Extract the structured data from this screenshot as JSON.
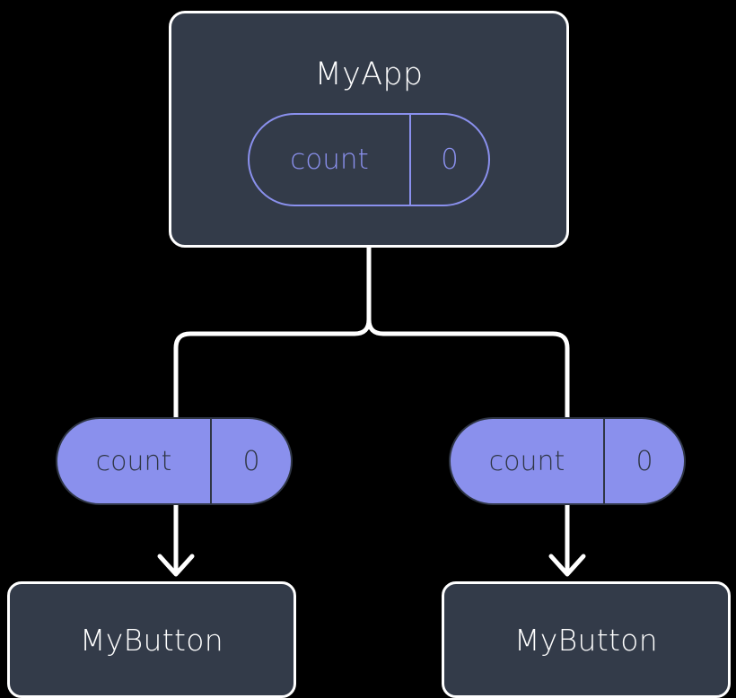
{
  "diagram": {
    "title": "MyApp component tree with count state",
    "type": "component-tree",
    "theme": {
      "background": "#000000",
      "node_fill": "#333B49",
      "node_border": "#FFFFFF",
      "node_text": "#FFFFFF",
      "accent_purple": "#8A90ED",
      "pill_text_dark": "#2F3645",
      "wire": "#FFFFFF"
    }
  },
  "root": {
    "name": "MyApp",
    "state": {
      "key": "count",
      "value": "0"
    }
  },
  "children": [
    {
      "name": "MyButton",
      "prop": {
        "key": "count",
        "value": "0"
      }
    },
    {
      "name": "MyButton",
      "prop": {
        "key": "count",
        "value": "0"
      }
    }
  ],
  "connections": {
    "parent_to_children": "branching-line",
    "prop_to_child": "arrow-down"
  }
}
